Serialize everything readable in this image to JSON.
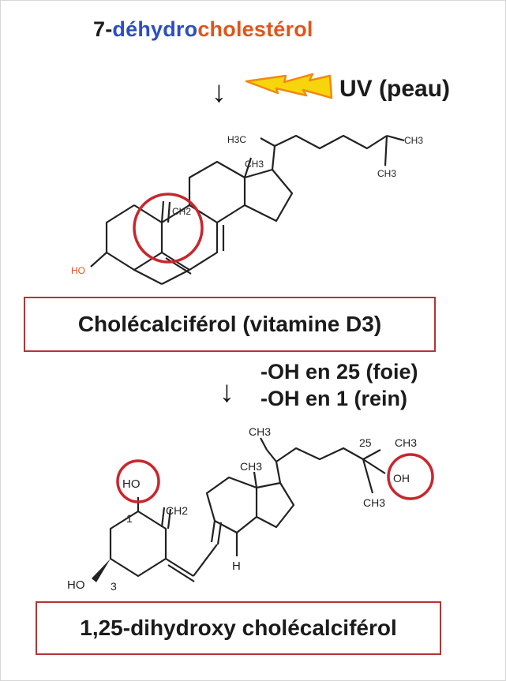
{
  "title": {
    "number_prefix": "7-",
    "blue_part": "déhydro",
    "orange_part": "cholestérol"
  },
  "arrows": {
    "down": "↓"
  },
  "uv_step": {
    "label": "UV (peau)"
  },
  "molecule_1": {
    "labels": {
      "h3c": "H3C",
      "ch3_top_right": "CH3",
      "ch3_bottom_right": "CH3",
      "ch3_angular": "CH3",
      "ch2": "CH2",
      "ho": "HO"
    }
  },
  "product_1": {
    "name": "Cholécalciférol (vitamine D3)"
  },
  "hydroxylation_steps": {
    "step_25": "-OH en 25 (foie)",
    "step_1": "-OH en 1 (rein)"
  },
  "molecule_2": {
    "labels": {
      "ch3_top": "CH3",
      "ch3_angular": "CH3",
      "number_25": "25",
      "ch3_side": "CH3",
      "oh": "OH",
      "ch3_lower": "CH3",
      "ho_1": "HO",
      "number_1": "1",
      "ch2": "CH2",
      "h": "H",
      "ho_3": "HO",
      "number_3": "3"
    }
  },
  "product_2": {
    "name": "1,25-dihydroxy cholécalciférol"
  },
  "colors": {
    "highlight_circle": "#c9262c",
    "box_border": "#b23535",
    "title_blue": "#2c4fbf",
    "title_orange": "#e0551b",
    "bolt_yellow": "#f6d50c",
    "bolt_orange": "#f08a10",
    "molecule_1_ho": "#e0551b"
  }
}
